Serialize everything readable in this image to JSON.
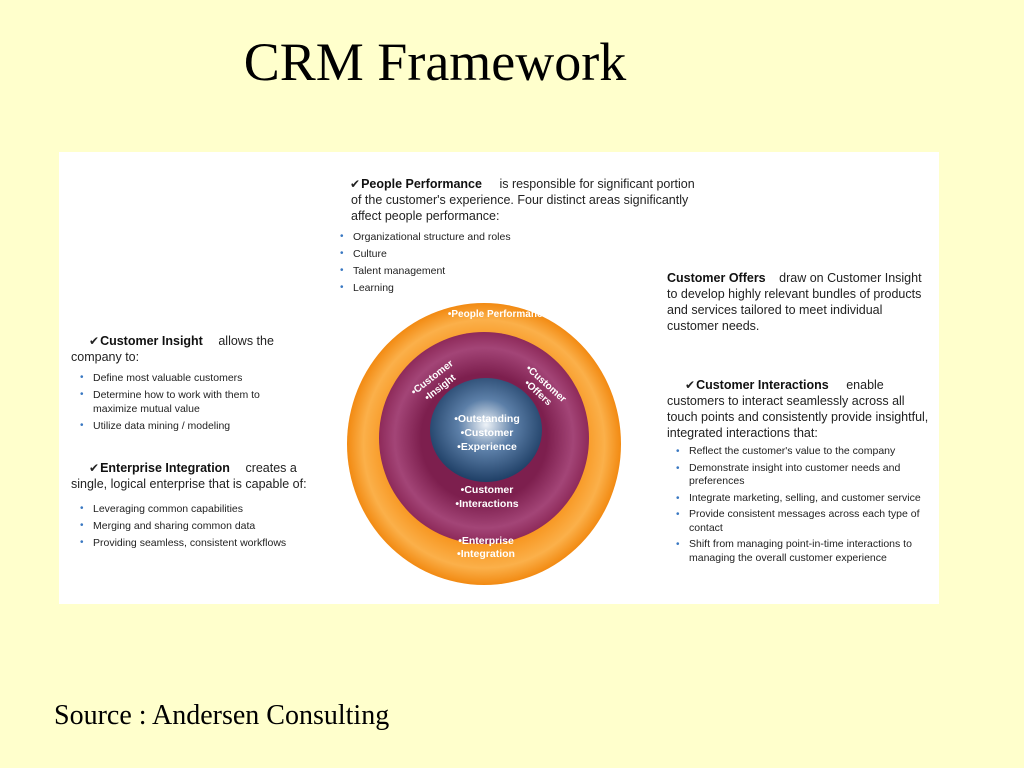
{
  "title": "CRM Framework",
  "source": "Source : Andersen Consulting",
  "colors": {
    "background": "#ffffcc",
    "outer_ring": "#f7941d",
    "middle_ring": "#8e2a5a",
    "inner_core": "#1f3f66",
    "bullet": "#3a78c2"
  },
  "people_performance": {
    "heading": "People Performance",
    "text": "is responsible for significant portion of the customer's experience.  Four distinct areas significantly affect people performance:",
    "bullets": [
      "Organizational structure and roles",
      "Culture",
      "Talent management",
      "Learning"
    ]
  },
  "customer_offers": {
    "heading": "Customer Offers",
    "text": "draw on Customer Insight to develop highly relevant bundles of products and services tailored to meet individual customer needs."
  },
  "customer_insight": {
    "heading": "Customer Insight",
    "text": "allows the company to:",
    "bullets": [
      "Define most valuable customers",
      "Determine how to work with them to maximize mutual value",
      "Utilize data mining / modeling"
    ]
  },
  "enterprise_integration": {
    "heading": "Enterprise Integration",
    "text": "creates a single, logical enterprise that is capable of:",
    "bullets": [
      "Leveraging common capabilities",
      "Merging and sharing common data",
      "Providing seamless, consistent workflows"
    ]
  },
  "customer_interactions": {
    "heading": "Customer Interactions",
    "text": "enable customers to interact seamlessly across all touch points and consistently provide insightful, integrated interactions that:",
    "bullets": [
      "Reflect the customer's value to the company",
      "Demonstrate insight into customer needs and preferences",
      "Integrate marketing, selling, and customer service",
      "Provide consistent messages across each type of contact",
      "Shift from managing point-in-time interactions to managing the overall customer experience"
    ]
  },
  "diagram": {
    "outer_top": "•People Performance",
    "outer_bottom_1": "•Enterprise",
    "outer_bottom_2": "•Integration",
    "middle_left_1": "•Customer",
    "middle_left_2": "•Insight",
    "middle_right_1": "•Customer",
    "middle_right_2": "•Offers",
    "middle_bottom_1": "•Customer",
    "middle_bottom_2": "•Interactions",
    "core_1": "•Outstanding",
    "core_2": "•Customer",
    "core_3": "•Experience"
  }
}
